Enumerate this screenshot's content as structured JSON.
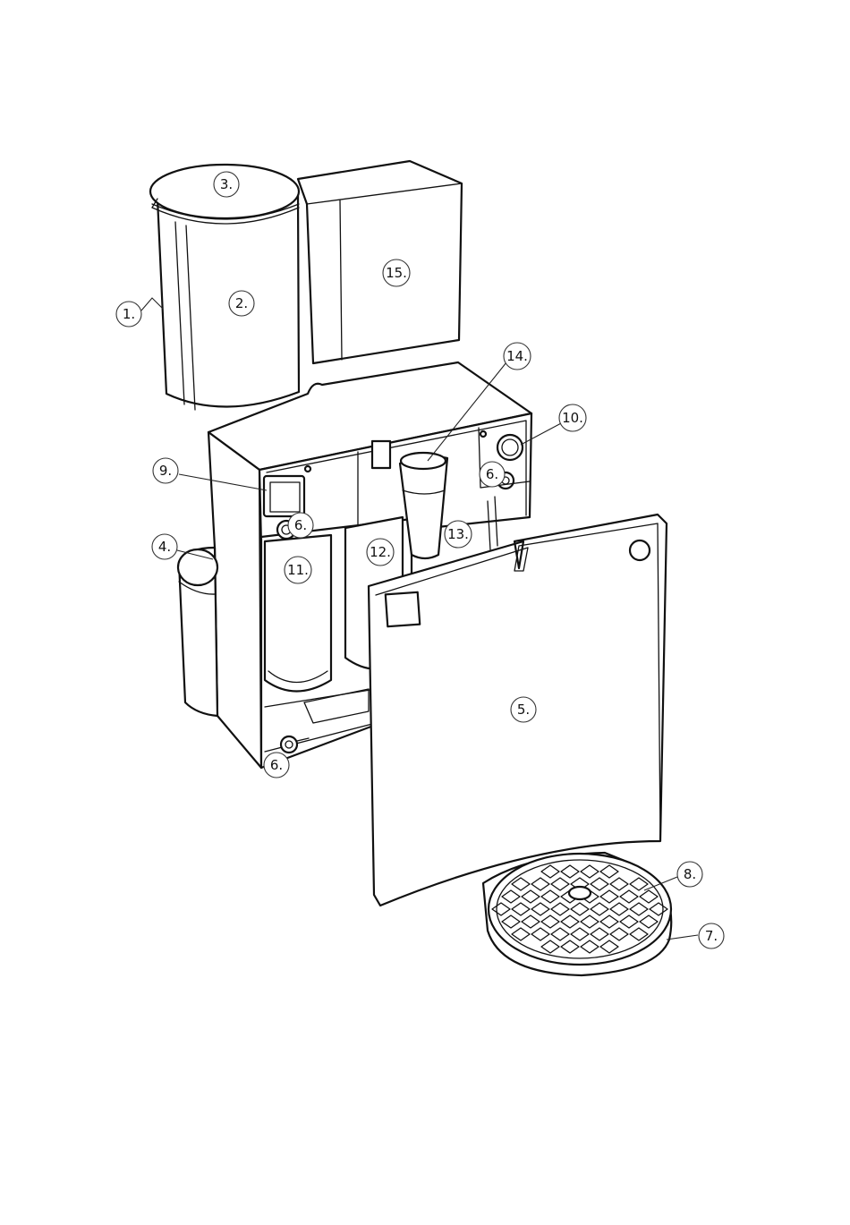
{
  "callouts": [
    {
      "id": "c1",
      "label": "1."
    },
    {
      "id": "c2",
      "label": "2."
    },
    {
      "id": "c3",
      "label": "3."
    },
    {
      "id": "c4",
      "label": "4."
    },
    {
      "id": "c5",
      "label": "5."
    },
    {
      "id": "c6a",
      "label": "6."
    },
    {
      "id": "c6b",
      "label": "6."
    },
    {
      "id": "c6c",
      "label": "6."
    },
    {
      "id": "c7",
      "label": "7."
    },
    {
      "id": "c8",
      "label": "8."
    },
    {
      "id": "c9",
      "label": "9."
    },
    {
      "id": "c10",
      "label": "10."
    },
    {
      "id": "c11",
      "label": "11."
    },
    {
      "id": "c12",
      "label": "12."
    },
    {
      "id": "c13",
      "label": "13."
    },
    {
      "id": "c14",
      "label": "14."
    },
    {
      "id": "c15",
      "label": "15."
    }
  ]
}
